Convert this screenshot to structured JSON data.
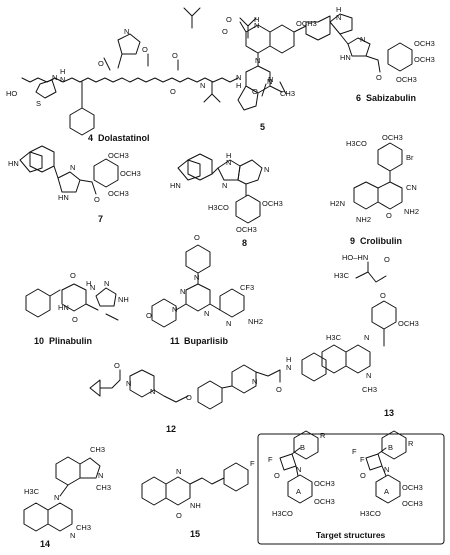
{
  "compounds": [
    {
      "id": "c4",
      "number": "4",
      "name": "Dolastatinol"
    },
    {
      "id": "c5",
      "number": "5",
      "name": ""
    },
    {
      "id": "c6",
      "number": "6",
      "name": "Sabizabulin"
    },
    {
      "id": "c7",
      "number": "7",
      "name": ""
    },
    {
      "id": "c8",
      "number": "8",
      "name": ""
    },
    {
      "id": "c9",
      "number": "9",
      "name": "Crolibulin"
    },
    {
      "id": "c10",
      "number": "10",
      "name": "Plinabulin"
    },
    {
      "id": "c11",
      "number": "11",
      "name": "Buparlisib"
    },
    {
      "id": "c12",
      "number": "12",
      "name": ""
    },
    {
      "id": "c13",
      "number": "13",
      "name": ""
    },
    {
      "id": "c14",
      "number": "14",
      "name": ""
    },
    {
      "id": "c15",
      "number": "15",
      "name": ""
    }
  ],
  "target_box": {
    "caption": "Target structures",
    "ring_a": "A",
    "ring_b": "B",
    "substituent": "R",
    "halogen": "F"
  },
  "atoms": {
    "ho": "HO",
    "hn": "HN",
    "nh": "NH",
    "h": "H",
    "n": "N",
    "o": "O",
    "s": "S",
    "ocH3": "OCH3",
    "h3co": "H3CO",
    "ch3": "CH3",
    "h3c": "H3C",
    "h2n": "H2N",
    "nh2": "NH2",
    "cn": "CN",
    "br": "Br",
    "cf3": "CF3",
    "f": "F",
    "hohn": "HO–HN",
    "meN": "H3C"
  }
}
